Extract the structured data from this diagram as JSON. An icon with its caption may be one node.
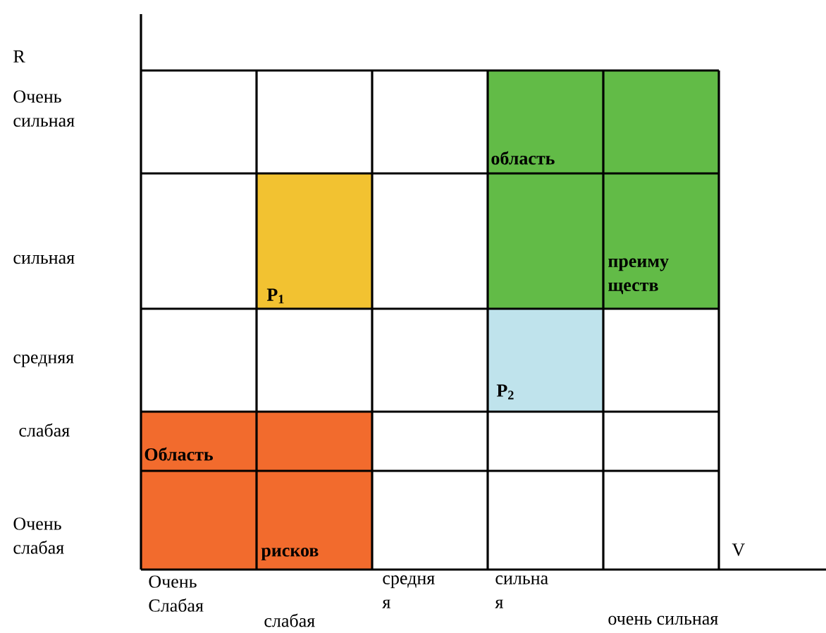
{
  "diagram": {
    "labels": [
      "R",
      "Очень сильная",
      "область",
      "сильная",
      "P$_{1}$",
      "преиму ществ",
      "средняя",
      "P$_{2}$",
      "слабая",
      "Область",
      "Очень слабая",
      "рисков",
      "V",
      "Очень Слабая",
      "слабая",
      "средня я",
      "сильна я",
      "очень сильная"
    ]
  }
}
